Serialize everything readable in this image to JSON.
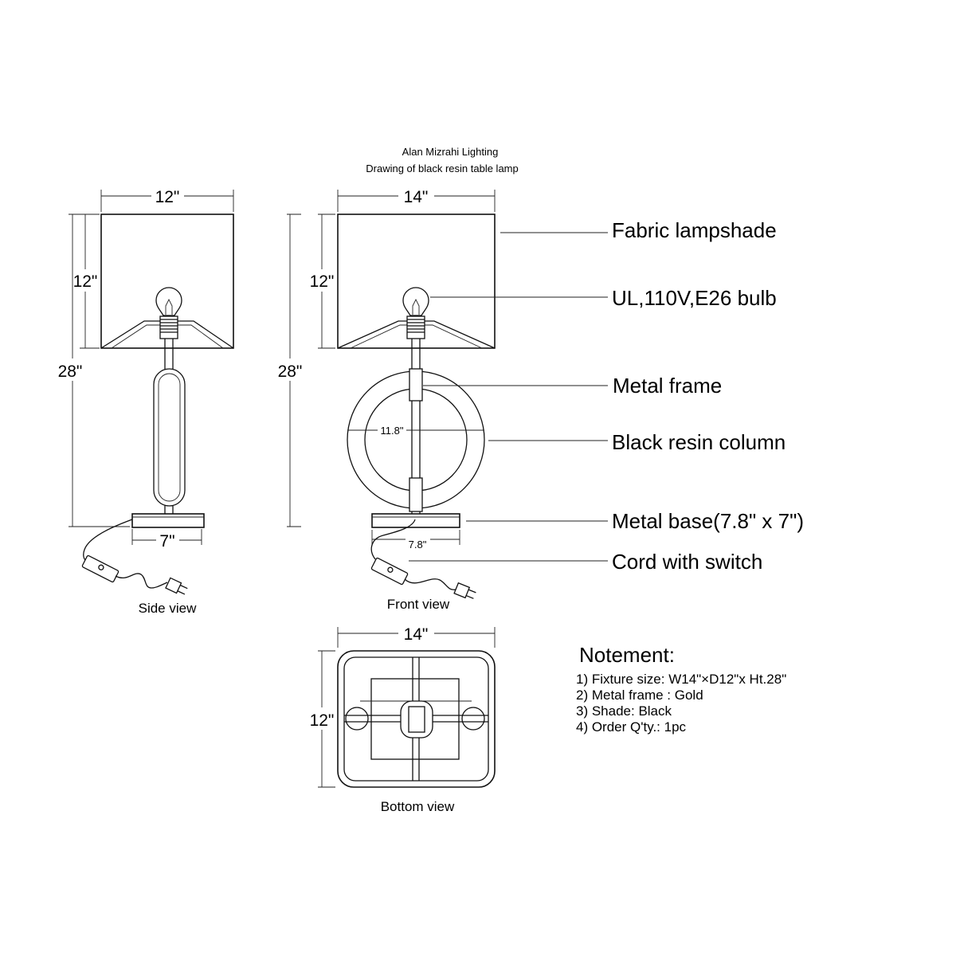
{
  "header": {
    "company": "Alan Mizrahi Lighting",
    "subtitle": "Drawing of black resin table lamp"
  },
  "side_view": {
    "label": "Side view",
    "dims": {
      "shade_width": "12\"",
      "shade_height": "12\"",
      "total_height": "28\"",
      "base_width": "7\""
    }
  },
  "front_view": {
    "label": "Front view",
    "dims": {
      "shade_width": "14\"",
      "shade_height": "12\"",
      "total_height": "28\"",
      "ring_diameter": "11.8\"",
      "base_width": "7.8\""
    }
  },
  "bottom_view": {
    "label": "Bottom view",
    "dims": {
      "width": "14\"",
      "depth": "12\""
    }
  },
  "callouts": [
    {
      "label": "Fabric lampshade"
    },
    {
      "label": "UL,110V,E26 bulb"
    },
    {
      "label": "Metal frame"
    },
    {
      "label": "Black resin column"
    },
    {
      "label": "Metal base(7.8\" x 7\")"
    },
    {
      "label": "Cord with switch"
    }
  ],
  "notes": {
    "heading": "Notement:",
    "items": [
      "1) Fixture size: W14\"×D12\"x Ht.28\"",
      "2) Metal frame : Gold",
      "3) Shade: Black",
      "4) Order Q'ty.: 1pc"
    ]
  }
}
